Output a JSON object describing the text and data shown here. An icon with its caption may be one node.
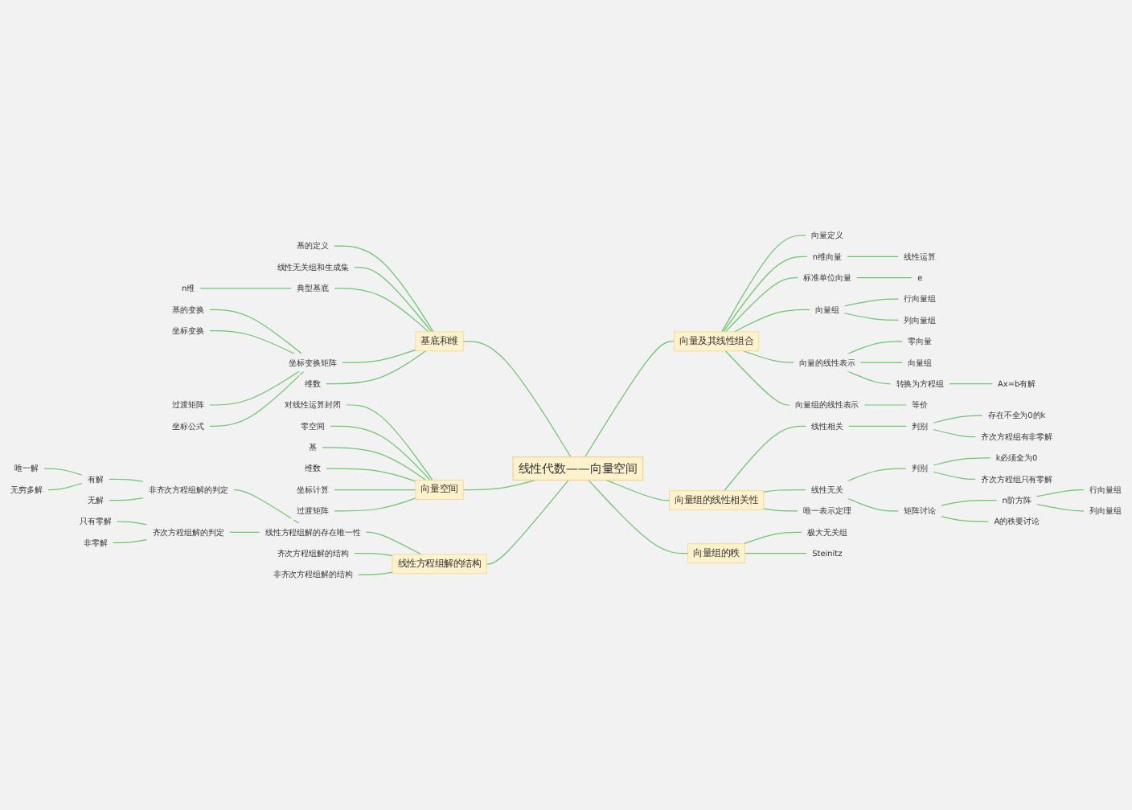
{
  "diagram": {
    "nodes": [
      {
        "text": [
          "线性代数——向量空间"
        ]
      },
      {
        "text": [
          "基底和维"
        ]
      },
      {
        "text": [
          "基的定义"
        ]
      },
      {
        "text": [
          "线性无关组和生成集"
        ]
      },
      {
        "text": [
          "典型基底"
        ]
      },
      {
        "text": [
          "n维"
        ]
      },
      {
        "text": [
          "坐标变换矩阵"
        ]
      },
      {
        "text": [
          "基的变换"
        ]
      },
      {
        "text": [
          "坐标变换"
        ]
      },
      {
        "text": [
          "过渡矩阵"
        ]
      },
      {
        "text": [
          "坐标公式"
        ]
      },
      {
        "text": [
          "维数"
        ]
      },
      {
        "text": [
          "向量空间"
        ]
      },
      {
        "text": [
          "对线性运算封闭"
        ]
      },
      {
        "text": [
          "零空间"
        ]
      },
      {
        "text": [
          "基"
        ]
      },
      {
        "text": [
          "维数"
        ]
      },
      {
        "text": [
          "坐标计算"
        ]
      },
      {
        "text": [
          "过渡矩阵"
        ]
      },
      {
        "text": [
          "线性方程组解的结构"
        ]
      },
      {
        "text": [
          "线性方程组解的存在唯一性"
        ]
      },
      {
        "text": [
          "非齐次方程组解的判定"
        ]
      },
      {
        "text": [
          "有解"
        ]
      },
      {
        "text": [
          "唯一解"
        ]
      },
      {
        "text": [
          "无穷多解"
        ]
      },
      {
        "text": [
          "无解"
        ]
      },
      {
        "text": [
          "齐次方程组解的判定"
        ]
      },
      {
        "text": [
          "只有零解"
        ]
      },
      {
        "text": [
          "非零解"
        ]
      },
      {
        "text": [
          "齐次方程组解的结构"
        ]
      },
      {
        "text": [
          "非齐次方程组解的结构"
        ]
      },
      {
        "text": [
          "向量及其线性组合"
        ]
      },
      {
        "text": [
          "向量定义"
        ]
      },
      {
        "text": [
          "n维向量"
        ]
      },
      {
        "text": [
          "线性运算"
        ]
      },
      {
        "text": [
          "标准单位向量"
        ]
      },
      {
        "text": [
          "e"
        ]
      },
      {
        "text": [
          "向量组"
        ]
      },
      {
        "text": [
          "行向量组"
        ]
      },
      {
        "text": [
          "列向量组"
        ]
      },
      {
        "text": [
          "向量的线性表示"
        ]
      },
      {
        "text": [
          "零向量"
        ]
      },
      {
        "text": [
          "向量组"
        ]
      },
      {
        "text": [
          "转换为方程组"
        ]
      },
      {
        "text": [
          "Ax=b有解"
        ]
      },
      {
        "text": [
          "向量组的线性表示"
        ]
      },
      {
        "text": [
          "等价"
        ]
      },
      {
        "text": [
          "向量组的线性相关性"
        ]
      },
      {
        "text": [
          "线性相关"
        ]
      },
      {
        "text": [
          "判别"
        ]
      },
      {
        "text": [
          "存在不全为0的k"
        ]
      },
      {
        "text": [
          "齐次方程组有非零解"
        ]
      },
      {
        "text": [
          "线性无关"
        ]
      },
      {
        "text": [
          "判别"
        ]
      },
      {
        "text": [
          "k必须全为0"
        ]
      },
      {
        "text": [
          "齐次方程组只有零解"
        ]
      },
      {
        "text": [
          "矩阵讨论"
        ]
      },
      {
        "text": [
          "n阶方阵"
        ]
      },
      {
        "text": [
          "行向量组"
        ]
      },
      {
        "text": [
          "列向量组"
        ]
      },
      {
        "text": [
          "A的秩要讨论"
        ]
      },
      {
        "text": [
          "唯一表示定理"
        ]
      },
      {
        "text": [
          "向量组的秩"
        ]
      },
      {
        "text": [
          "极大无关组"
        ]
      },
      {
        "text": [
          "Steinitz"
        ]
      }
    ],
    "edges": [
      {
        "from": 0,
        "to": 1,
        "arrow": "none"
      },
      {
        "from": 1,
        "to": 2,
        "arrow": "none"
      },
      {
        "from": 1,
        "to": 3,
        "arrow": "none"
      },
      {
        "from": 1,
        "to": 4,
        "arrow": "none"
      },
      {
        "from": 4,
        "to": 5,
        "arrow": "none"
      },
      {
        "from": 1,
        "to": 6,
        "arrow": "none"
      },
      {
        "from": 6,
        "to": 7,
        "arrow": "none"
      },
      {
        "from": 6,
        "to": 8,
        "arrow": "none"
      },
      {
        "from": 6,
        "to": 9,
        "arrow": "none"
      },
      {
        "from": 6,
        "to": 10,
        "arrow": "none"
      },
      {
        "from": 1,
        "to": 11,
        "arrow": "none"
      },
      {
        "from": 0,
        "to": 12,
        "arrow": "none"
      },
      {
        "from": 12,
        "to": 13,
        "arrow": "none"
      },
      {
        "from": 12,
        "to": 14,
        "arrow": "none"
      },
      {
        "from": 12,
        "to": 15,
        "arrow": "none"
      },
      {
        "from": 12,
        "to": 16,
        "arrow": "none"
      },
      {
        "from": 12,
        "to": 17,
        "arrow": "none"
      },
      {
        "from": 12,
        "to": 18,
        "arrow": "none"
      },
      {
        "from": 0,
        "to": 19,
        "arrow": "none"
      },
      {
        "from": 19,
        "to": 20,
        "arrow": "none"
      },
      {
        "from": 20,
        "to": 21,
        "arrow": "none"
      },
      {
        "from": 21,
        "to": 22,
        "arrow": "none"
      },
      {
        "from": 22,
        "to": 23,
        "arrow": "none"
      },
      {
        "from": 22,
        "to": 24,
        "arrow": "none"
      },
      {
        "from": 21,
        "to": 25,
        "arrow": "none"
      },
      {
        "from": 20,
        "to": 26,
        "arrow": "none"
      },
      {
        "from": 26,
        "to": 27,
        "arrow": "none"
      },
      {
        "from": 26,
        "to": 28,
        "arrow": "none"
      },
      {
        "from": 19,
        "to": 29,
        "arrow": "none"
      },
      {
        "from": 19,
        "to": 30,
        "arrow": "none"
      },
      {
        "from": 0,
        "to": 31,
        "arrow": "none"
      },
      {
        "from": 31,
        "to": 32,
        "arrow": "none"
      },
      {
        "from": 31,
        "to": 33,
        "arrow": "none"
      },
      {
        "from": 33,
        "to": 34,
        "arrow": "none"
      },
      {
        "from": 31,
        "to": 35,
        "arrow": "none"
      },
      {
        "from": 35,
        "to": 36,
        "arrow": "none"
      },
      {
        "from": 31,
        "to": 37,
        "arrow": "none"
      },
      {
        "from": 37,
        "to": 38,
        "arrow": "none"
      },
      {
        "from": 37,
        "to": 39,
        "arrow": "none"
      },
      {
        "from": 31,
        "to": 40,
        "arrow": "none"
      },
      {
        "from": 40,
        "to": 41,
        "arrow": "none"
      },
      {
        "from": 40,
        "to": 42,
        "arrow": "none"
      },
      {
        "from": 40,
        "to": 43,
        "arrow": "none"
      },
      {
        "from": 43,
        "to": 44,
        "arrow": "none"
      },
      {
        "from": 31,
        "to": 45,
        "arrow": "none"
      },
      {
        "from": 45,
        "to": 46,
        "arrow": "none"
      },
      {
        "from": 0,
        "to": 47,
        "arrow": "none"
      },
      {
        "from": 47,
        "to": 48,
        "arrow": "none"
      },
      {
        "from": 48,
        "to": 49,
        "arrow": "none"
      },
      {
        "from": 49,
        "to": 50,
        "arrow": "none"
      },
      {
        "from": 49,
        "to": 51,
        "arrow": "none"
      },
      {
        "from": 47,
        "to": 52,
        "arrow": "none"
      },
      {
        "from": 52,
        "to": 53,
        "arrow": "none"
      },
      {
        "from": 53,
        "to": 54,
        "arrow": "none"
      },
      {
        "from": 53,
        "to": 55,
        "arrow": "none"
      },
      {
        "from": 52,
        "to": 56,
        "arrow": "none"
      },
      {
        "from": 56,
        "to": 57,
        "arrow": "none"
      },
      {
        "from": 57,
        "to": 58,
        "arrow": "none"
      },
      {
        "from": 57,
        "to": 59,
        "arrow": "none"
      },
      {
        "from": 56,
        "to": 60,
        "arrow": "none"
      },
      {
        "from": 47,
        "to": 61,
        "arrow": "none"
      },
      {
        "from": 0,
        "to": 62,
        "arrow": "none"
      },
      {
        "from": 62,
        "to": 63,
        "arrow": "none"
      },
      {
        "from": 62,
        "to": 64,
        "arrow": "none"
      }
    ]
  }
}
